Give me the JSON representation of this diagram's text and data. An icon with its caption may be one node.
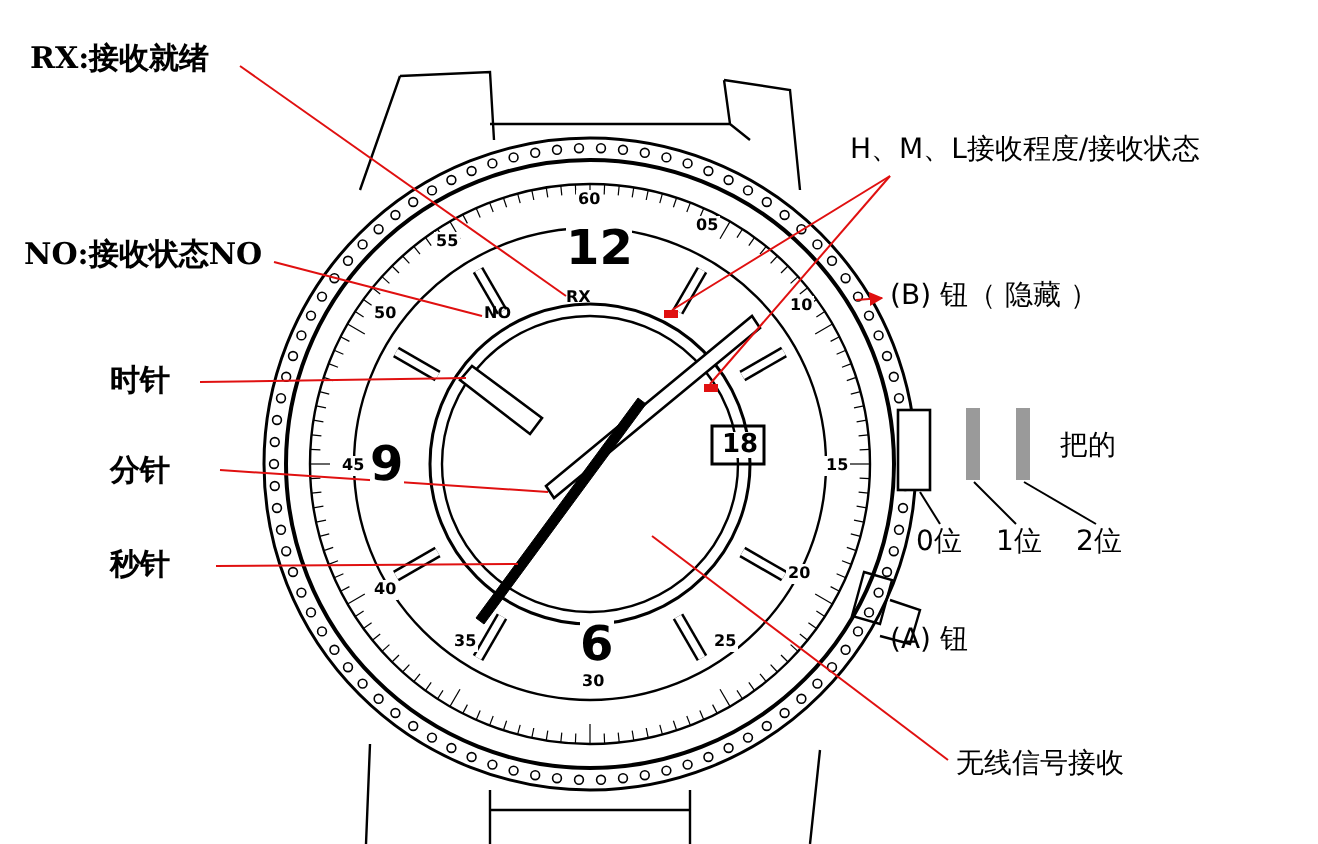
{
  "diagram": {
    "nodes": [
      {
        "text": [
          "RX:接收就绪"
        ]
      },
      {
        "text": [
          "RX"
        ]
      },
      {
        "text": [
          "NO:接收状态NO"
        ]
      },
      {
        "text": [
          "NO"
        ]
      },
      {
        "text": [
          "H、M、L接收程度/接收状态"
        ]
      },
      {
        "text": [],
        "shape": "bar"
      },
      {
        "text": [],
        "shape": "bar"
      },
      {
        "text": [
          "(B) 钮（ 隐藏 ）"
        ]
      },
      {
        "text": [
          "时针"
        ]
      },
      {
        "text": [],
        "shape": "bar"
      },
      {
        "text": [
          "分针"
        ]
      },
      {
        "text": [],
        "shape": "bar"
      },
      {
        "text": [
          "秒针"
        ]
      },
      {
        "text": [],
        "shape": "bar"
      },
      {
        "text": [
          "无线信号接收"
        ]
      },
      {
        "text": [
          "0位"
        ]
      },
      {
        "text": [],
        "shape": "box"
      },
      {
        "text": [
          "1位"
        ]
      },
      {
        "text": [],
        "shape": "bar"
      },
      {
        "text": [
          "2位"
        ]
      },
      {
        "text": [],
        "shape": "bar"
      }
    ],
    "edges": [
      {
        "from": 0,
        "to": 1,
        "arrow": "none"
      },
      {
        "from": 2,
        "to": 3,
        "arrow": "none"
      },
      {
        "from": 4,
        "to": 6,
        "arrow": "none"
      },
      {
        "from": 4,
        "to": 5,
        "arrow": "none"
      },
      {
        "from": null,
        "to": 7,
        "arrow": "to"
      },
      {
        "from": 8,
        "to": 9,
        "arrow": "none"
      },
      {
        "from": 10,
        "to": 11,
        "arrow": "none"
      },
      {
        "from": 12,
        "to": 13,
        "arrow": "none"
      },
      {
        "from": 14,
        "to": null,
        "arrow": "none"
      },
      {
        "from": 15,
        "to": 16,
        "arrow": "none",
        "color": "#000000"
      },
      {
        "from": 17,
        "to": 18,
        "arrow": "none",
        "color": "#000000"
      },
      {
        "from": 19,
        "to": 20,
        "arrow": "none",
        "color": "#000000"
      }
    ],
    "labels": [
      "60",
      "05",
      "12",
      "55",
      "10",
      "50",
      "18",
      "9",
      "45",
      "15",
      "40",
      "20",
      "35",
      "6",
      "25",
      "30",
      "把的",
      "(A) 钮"
    ]
  }
}
